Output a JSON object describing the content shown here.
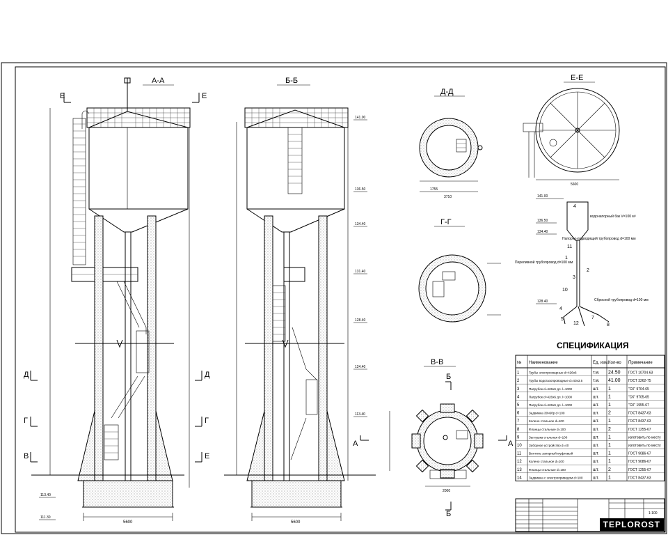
{
  "sections": {
    "aa": "А-А",
    "bb": "Б-Б",
    "dd": "Д-Д",
    "ee": "Е-Е",
    "gg": "Г-Г",
    "vv": "В-В"
  },
  "cut_marks": {
    "e": "Е",
    "d": "Д",
    "g": "Г",
    "v": "В",
    "a": "А",
    "b": "Б"
  },
  "elevations": [
    "141.00",
    "136.50",
    "134.40",
    "131.40",
    "128.40",
    "124.40",
    "113.40",
    "111.30"
  ],
  "dims": {
    "base_width": "5600",
    "dd_total": "3710",
    "dd_half": "1755",
    "ee_width": "5600",
    "vv_width": "2000"
  },
  "annotations": {
    "tank": "водонапорный бак V=100 м³",
    "fill_pipe": "Напорно-подводящий трубопровод d=100 мм",
    "drain_pipe": "Сбросной трубопровод d=100 мм",
    "overflow": "Переливной трубопровод d=100 мм"
  },
  "spec": {
    "title": "СПЕЦИФИКАЦИЯ",
    "headers": [
      "№",
      "Наименование",
      "Ед. изм.",
      "Кол-во",
      "Примечание"
    ],
    "rows": [
      {
        "n": "1",
        "name": "Трубы электросварные d=426х6",
        "unit": "т.м.",
        "qty": "24.50",
        "note": "ГОСТ 10704-63"
      },
      {
        "n": "2",
        "name": "Трубы водогазопроводные d=40х3.5",
        "unit": "т.м.",
        "qty": "41.00",
        "note": "ГОСТ 3262-75"
      },
      {
        "n": "3",
        "name": "Патрубок d=426х6 дл. l=1000",
        "unit": "шт.",
        "qty": "1",
        "note": "\"СК\" 9704-65"
      },
      {
        "n": "4",
        "name": "Патрубок d=426х6 дл. l=1000",
        "unit": "шт.",
        "qty": "1",
        "note": "\"СК\" 9705-65"
      },
      {
        "n": "5",
        "name": "Патрубок d=426х6 дл. l=1000",
        "unit": "шт.",
        "qty": "1",
        "note": "\"СК\" 1955-67"
      },
      {
        "n": "6",
        "name": "Задвижка 30ч6бр d=100",
        "unit": "шт.",
        "qty": "2",
        "note": "ГОСТ 8437-63"
      },
      {
        "n": "7",
        "name": "Колено стальное d=100",
        "unit": "шт.",
        "qty": "1",
        "note": "ГОСТ 8437-63"
      },
      {
        "n": "8",
        "name": "Фланцы стальные d=100",
        "unit": "шт.",
        "qty": "2",
        "note": "ГОСТ 1255-67"
      },
      {
        "n": "9",
        "name": "Заглушка стальная d=100",
        "unit": "шт.",
        "qty": "1",
        "note": "изготовить по месту"
      },
      {
        "n": "10",
        "name": "Заборное устройство d=40",
        "unit": "шт.",
        "qty": "1",
        "note": "изготовить по месту"
      },
      {
        "n": "11",
        "name": "Вентиль запорный муфтовый",
        "unit": "шт.",
        "qty": "1",
        "note": "ГОСТ 9086-67"
      },
      {
        "n": "12",
        "name": "Колено стальное d=100",
        "unit": "шт.",
        "qty": "1",
        "note": "ГОСТ 9086-67"
      },
      {
        "n": "13",
        "name": "Фланцы стальные d=100",
        "unit": "шт.",
        "qty": "2",
        "note": "ГОСТ 1255-67"
      },
      {
        "n": "14",
        "name": "Задвижка с электроприводом d=100",
        "unit": "шт.",
        "qty": "1",
        "note": "ГОСТ 8437-63"
      }
    ]
  },
  "title_block": {
    "scale": "1:100"
  },
  "watermark": "TEPLOROST"
}
